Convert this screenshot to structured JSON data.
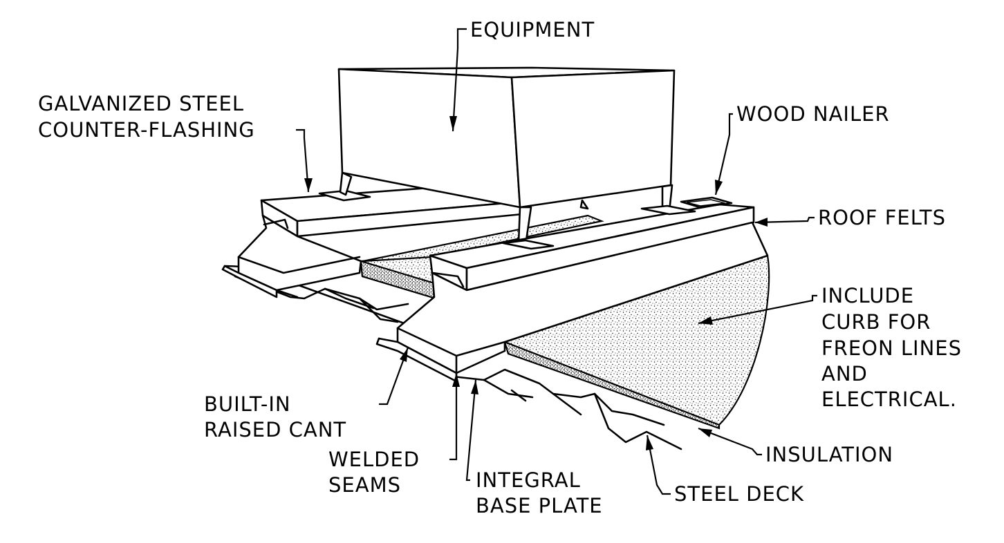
{
  "diagram": {
    "labels": {
      "equipment": "EQUIPMENT",
      "galvanized_1": "GALVANIZED STEEL",
      "galvanized_2": "COUNTER-FLASHING",
      "wood_nailer": "WOOD NAILER",
      "roof_felts": "ROOF FELTS",
      "include_1": "INCLUDE",
      "include_2": "CURB FOR",
      "include_3": "FREON LINES",
      "include_4": "AND",
      "include_5": "ELECTRICAL.",
      "built_in_1": "BUILT-IN",
      "built_in_2": "RAISED CANT",
      "welded_1": "WELDED",
      "welded_2": "SEAMS",
      "integral_1": "INTEGRAL",
      "integral_2": "BASE PLATE",
      "insulation": "INSULATION",
      "steel_deck": "STEEL DECK"
    }
  }
}
